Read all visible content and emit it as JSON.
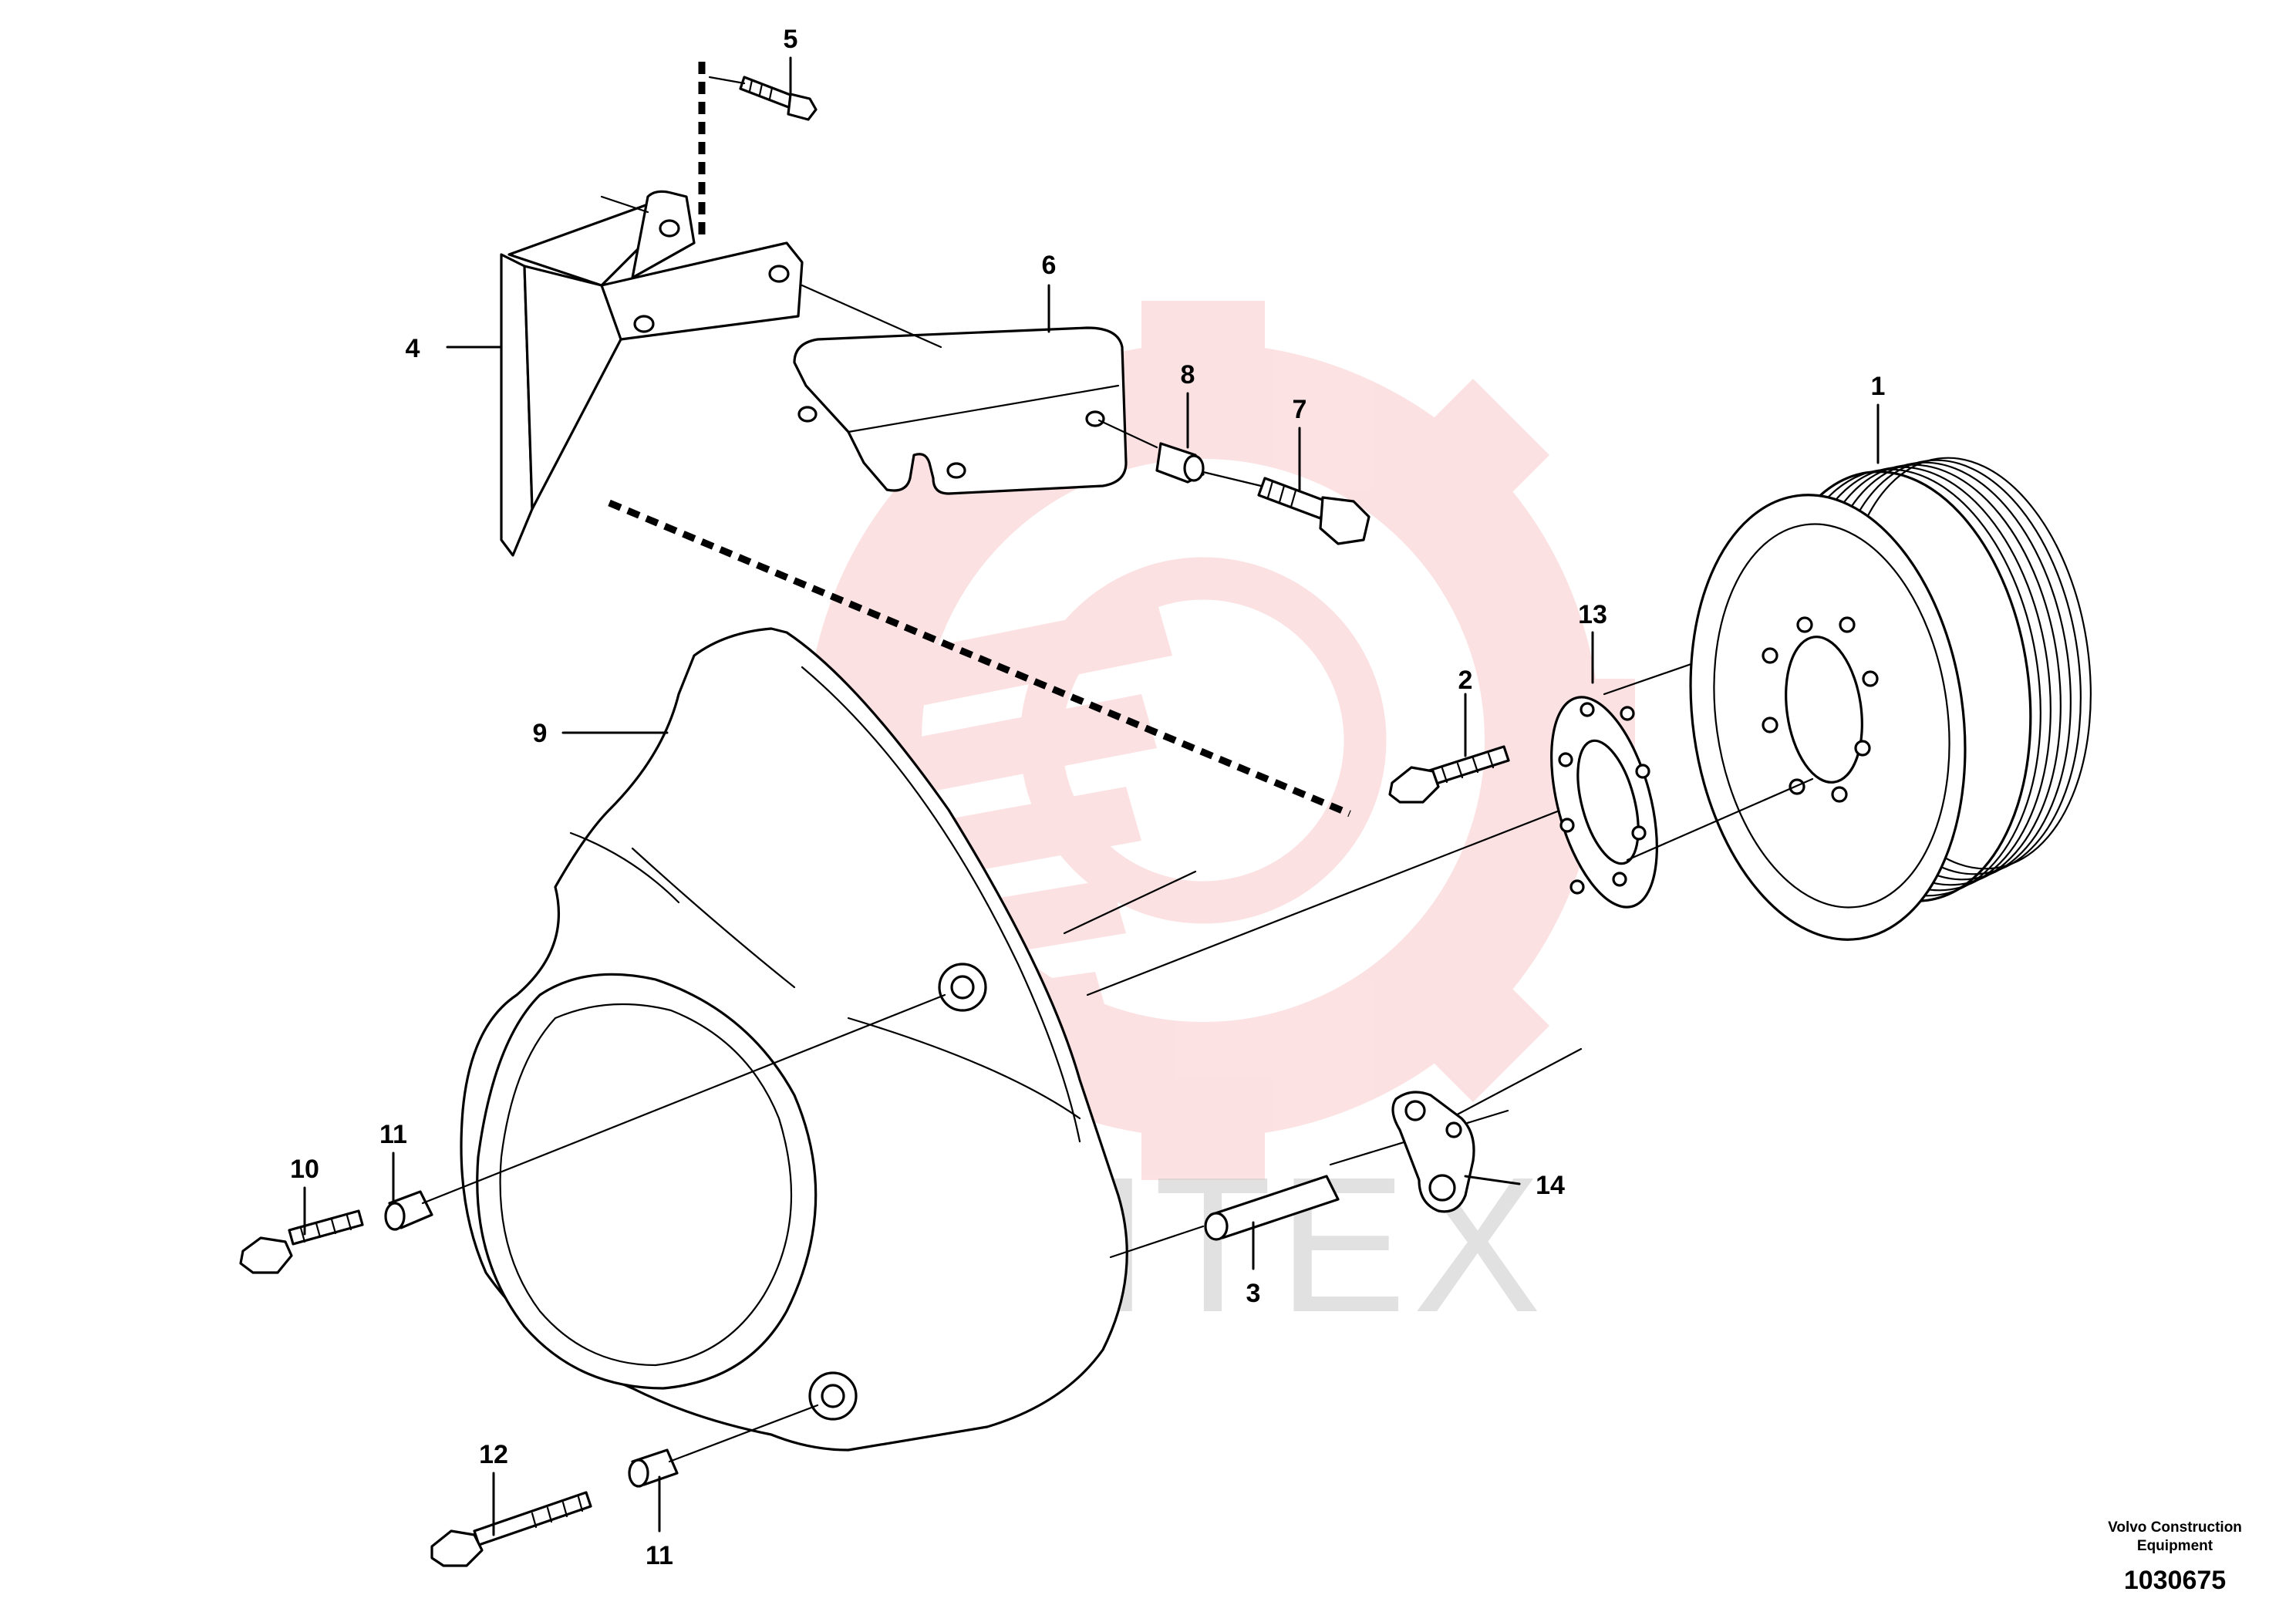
{
  "callouts": {
    "c1": "1",
    "c2": "2",
    "c3": "3",
    "c4": "4",
    "c5": "5",
    "c6": "6",
    "c7": "7",
    "c8": "8",
    "c9": "9",
    "c10": "10",
    "c11a": "11",
    "c11b": "11",
    "c12": "12",
    "c13": "13",
    "c14": "14"
  },
  "watermark": {
    "text": "ИНТЕХ",
    "color": "#e8222a"
  },
  "footer": {
    "brand_line1": "Volvo Construction",
    "brand_line2": "Equipment",
    "drawing_number": "1030675"
  }
}
